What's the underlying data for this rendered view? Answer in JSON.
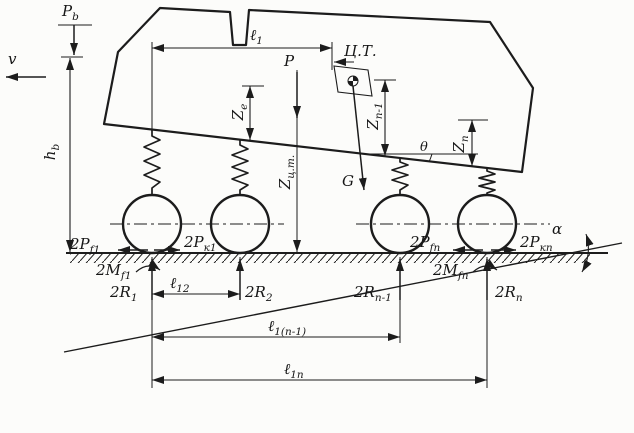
{
  "figure": {
    "name": "multi-axle vehicle oscillation scheme",
    "ink_color": "#1c1c1c",
    "paper_color": "#fcfcfa"
  },
  "labels": {
    "pb": {
      "base": "P",
      "sub": "b"
    },
    "v": {
      "base": "v",
      "sub": ""
    },
    "hb": {
      "base": "h",
      "sub": "b"
    },
    "l1": {
      "base": "ℓ",
      "sub": "1"
    },
    "ct": {
      "base": "Ц.Т.",
      "sub": ""
    },
    "p": {
      "base": "P",
      "sub": ""
    },
    "ze": {
      "base": "Z",
      "sub": "e"
    },
    "zct": {
      "base": "Z",
      "sub": "ц.т."
    },
    "zn1": {
      "base": "Z",
      "sub": "n-1"
    },
    "zn": {
      "base": "Z",
      "sub": "n"
    },
    "g": {
      "base": "G",
      "sub": ""
    },
    "theta": {
      "base": "θ",
      "sub": ""
    },
    "alpha": {
      "base": "α",
      "sub": ""
    },
    "pf1": {
      "base": "2P",
      "sub": "f1"
    },
    "pk1": {
      "base": "2P",
      "sub": "к1"
    },
    "mf1": {
      "base": "2M",
      "sub": "f1"
    },
    "r1": {
      "base": "2R",
      "sub": "1"
    },
    "l12": {
      "base": "ℓ",
      "sub": "12"
    },
    "r2": {
      "base": "2R",
      "sub": "2"
    },
    "rn_1": {
      "base": "2R",
      "sub": "n-1"
    },
    "pfn": {
      "base": "2P",
      "sub": "fn"
    },
    "mfn": {
      "base": "2M",
      "sub": "fn"
    },
    "pkn": {
      "base": "2P",
      "sub": "кn"
    },
    "rn": {
      "base": "2R",
      "sub": "n"
    },
    "l1n_1": {
      "base": "ℓ",
      "sub": "1(n-1)"
    },
    "l1n": {
      "base": "ℓ",
      "sub": "1n"
    }
  }
}
